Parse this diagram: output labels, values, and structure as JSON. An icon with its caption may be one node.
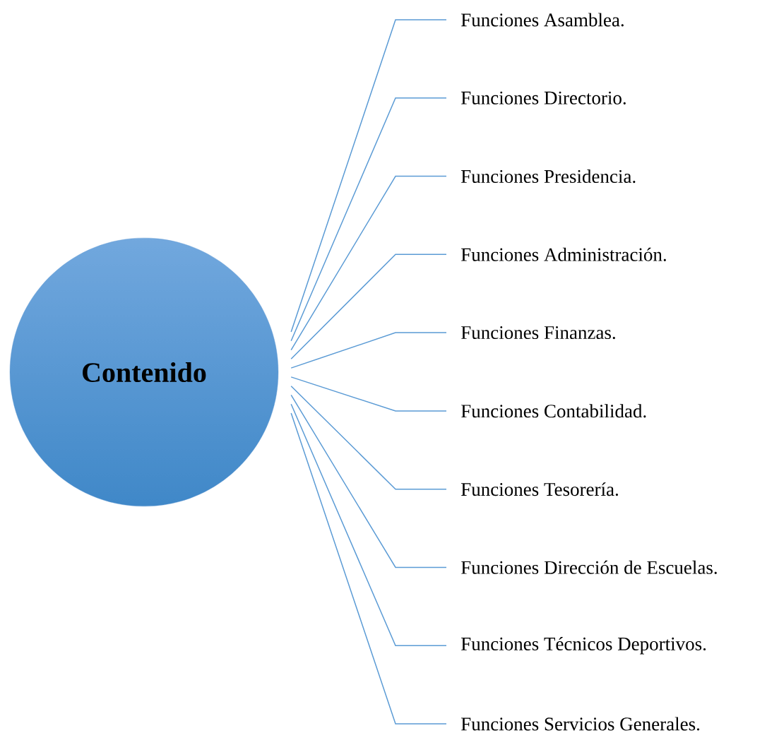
{
  "diagram": {
    "nodes": [
      {
        "text": [
          "Contenido"
        ]
      },
      {
        "text": [
          "Funciones Asamblea."
        ]
      },
      {
        "text": [
          "Funciones Directorio."
        ]
      },
      {
        "text": [
          "Funciones Presidencia."
        ]
      },
      {
        "text": [
          "Funciones Administración."
        ]
      },
      {
        "text": [
          "Funciones Finanzas."
        ]
      },
      {
        "text": [
          "Funciones Contabilidad."
        ]
      },
      {
        "text": [
          "Funciones Tesorería."
        ]
      },
      {
        "text": [
          "Funciones Dirección de Escuelas."
        ]
      },
      {
        "text": [
          "Funciones Técnicos Deportivos."
        ]
      },
      {
        "text": [
          "Funciones Servicios Generales."
        ]
      }
    ],
    "edges": [
      {
        "from": 0,
        "to": 1,
        "arrow": "none"
      },
      {
        "from": 0,
        "to": 2,
        "arrow": "none"
      },
      {
        "from": 0,
        "to": 3,
        "arrow": "none"
      },
      {
        "from": 0,
        "to": 4,
        "arrow": "none"
      },
      {
        "from": 0,
        "to": 5,
        "arrow": "none"
      },
      {
        "from": 0,
        "to": 6,
        "arrow": "none"
      },
      {
        "from": 0,
        "to": 7,
        "arrow": "none"
      },
      {
        "from": 0,
        "to": 8,
        "arrow": "none"
      },
      {
        "from": 0,
        "to": 9,
        "arrow": "none"
      },
      {
        "from": 0,
        "to": 10,
        "arrow": "none"
      }
    ]
  }
}
